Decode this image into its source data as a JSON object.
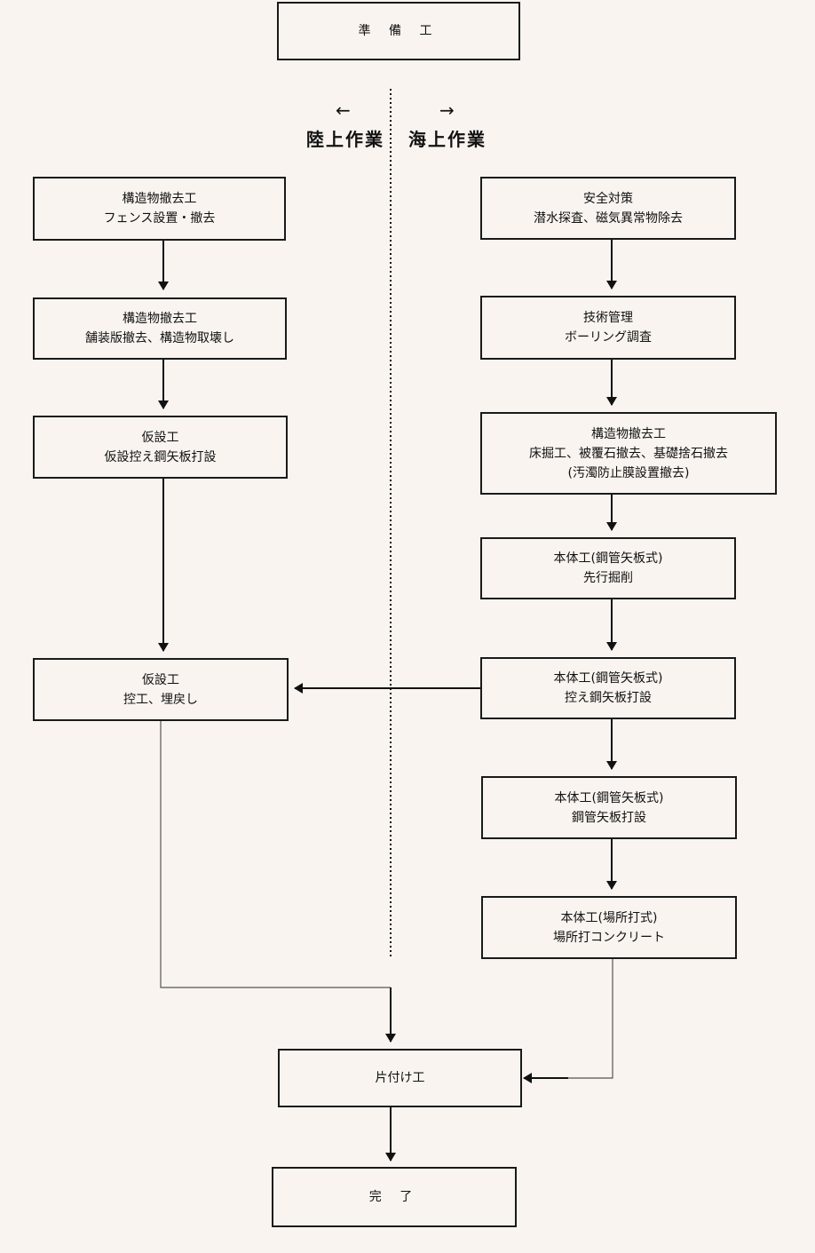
{
  "header_step": "準 備 工",
  "sides": {
    "land": {
      "label": "陸上作業",
      "arrow": "←"
    },
    "sea": {
      "label": "海上作業",
      "arrow": "→"
    }
  },
  "land_steps": [
    {
      "line1": "構造物撤去工",
      "line2": "フェンス設置・撤去"
    },
    {
      "line1": "構造物撤去工",
      "line2": "舗装版撤去、構造物取壊し"
    },
    {
      "line1": "仮設工",
      "line2": "仮設控え鋼矢板打設"
    },
    {
      "line1": "仮設工",
      "line2": "控工、埋戻し"
    }
  ],
  "sea_steps": [
    {
      "line1": "安全対策",
      "line2": "潜水探査、磁気異常物除去"
    },
    {
      "line1": "技術管理",
      "line2": "ボーリング調査"
    },
    {
      "line1": "構造物撤去工",
      "line2": "床掘工、被覆石撤去、基礎捨石撤去",
      "line3": "(汚濁防止膜設置撤去)"
    },
    {
      "line1": "本体工(鋼管矢板式)",
      "line2": "先行掘削"
    },
    {
      "line1": "本体工(鋼管矢板式)",
      "line2": "控え鋼矢板打設"
    },
    {
      "line1": "本体工(鋼管矢板式)",
      "line2": "鋼管矢板打設"
    },
    {
      "line1": "本体工(場所打式)",
      "line2": "場所打コンクリート"
    }
  ],
  "cleanup_step": "片付け工",
  "end_step": "完 了"
}
